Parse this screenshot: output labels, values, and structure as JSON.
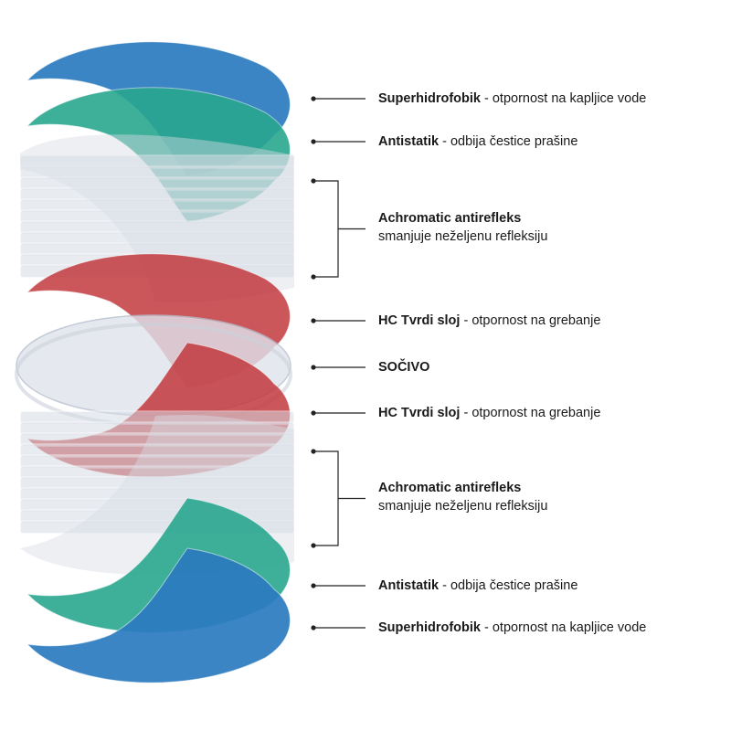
{
  "colors": {
    "superhidrofobik": "#2b7bbf",
    "antistatik": "#2aa78f",
    "antirefleks": "#d7dce5",
    "tvrdi_sloj": "#c23a3f",
    "socivo": "#dfe4ec",
    "line": "#222222"
  },
  "layers": [
    {
      "key": "superhidrofobik_top",
      "title": "Superhidrofobik",
      "desc": " - otpornost na kapljice vode"
    },
    {
      "key": "antistatik_top",
      "title": "Antistatik",
      "desc": " - odbija čestice prašine"
    },
    {
      "key": "antirefleks_top",
      "title": "Achromatic antirefleks",
      "sub": "smanjuje neželjenu refleksiju"
    },
    {
      "key": "tvrdi_top",
      "title": "HC Tvrdi sloj",
      "desc": " - otpornost na grebanje"
    },
    {
      "key": "socivo",
      "title": "SOČIVO",
      "desc": ""
    },
    {
      "key": "tvrdi_bottom",
      "title": "HC Tvrdi sloj",
      "desc": " - otpornost na grebanje"
    },
    {
      "key": "antirefleks_bottom",
      "title": "Achromatic antirefleks",
      "sub": "smanjuje neželjenu refleksiju"
    },
    {
      "key": "antistatik_bottom",
      "title": "Antistatik",
      "desc": " - odbija čestice prašine"
    },
    {
      "key": "superhidrofobik_bottom",
      "title": "Superhidrofobik",
      "desc": " - otpornost na kapljice vode"
    }
  ]
}
